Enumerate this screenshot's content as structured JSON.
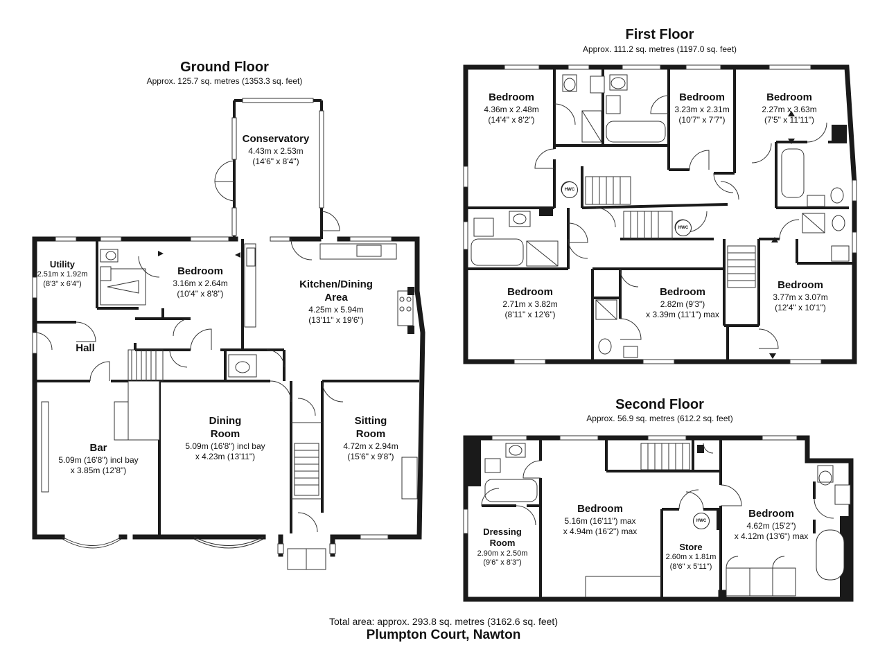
{
  "floors": {
    "ground": {
      "title": "Ground Floor",
      "area": "Approx. 125.7 sq. metres (1353.3 sq. feet)",
      "rooms": {
        "conservatory": {
          "name": "Conservatory",
          "dims": [
            "4.43m x 2.53m",
            "(14'6\" x 8'4\")"
          ]
        },
        "utility": {
          "name": "Utility",
          "dims": [
            "2.51m x 1.92m",
            "(8'3\" x 6'4\")"
          ]
        },
        "bedroom": {
          "name": "Bedroom",
          "dims": [
            "3.16m x 2.64m",
            "(10'4\" x 8'8\")"
          ]
        },
        "kitchen": {
          "name": "Kitchen/Dining",
          "name2": "Area",
          "dims": [
            "4.25m x 5.94m",
            "(13'11\" x 19'6\")"
          ]
        },
        "hall": {
          "name": "Hall"
        },
        "bar": {
          "name": "Bar",
          "dims": [
            "5.09m (16'8\") incl bay",
            "x 3.85m (12'8\")"
          ]
        },
        "dining": {
          "name": "Dining",
          "name2": "Room",
          "dims": [
            "5.09m (16'8\") incl bay",
            "x 4.23m (13'11\")"
          ]
        },
        "sitting": {
          "name": "Sitting",
          "name2": "Room",
          "dims": [
            "4.72m x 2.94m",
            "(15'6\" x 9'8\")"
          ]
        }
      }
    },
    "first": {
      "title": "First Floor",
      "area": "Approx. 111.2 sq. metres (1197.0 sq. feet)",
      "hwc_label": "HWC",
      "rooms": {
        "bed1": {
          "name": "Bedroom",
          "dims": [
            "4.36m x 2.48m",
            "(14'4\" x 8'2\")"
          ]
        },
        "bed2": {
          "name": "Bedroom",
          "dims": [
            "3.23m x 2.31m",
            "(10'7\" x 7'7\")"
          ]
        },
        "bed3": {
          "name": "Bedroom",
          "dims": [
            "2.27m x 3.63m",
            "(7'5\" x 11'11\")"
          ]
        },
        "bed4": {
          "name": "Bedroom",
          "dims": [
            "2.71m x 3.82m",
            "(8'11\" x 12'6\")"
          ]
        },
        "bed5": {
          "name": "Bedroom",
          "dims": [
            "2.82m (9'3\")",
            "x 3.39m (11'1\") max"
          ]
        },
        "bed6": {
          "name": "Bedroom",
          "dims": [
            "3.77m x 3.07m",
            "(12'4\" x 10'1\")"
          ]
        }
      }
    },
    "second": {
      "title": "Second Floor",
      "area": "Approx. 56.9 sq. metres (612.2 sq. feet)",
      "hwc_label": "HWC",
      "rooms": {
        "dressing": {
          "name": "Dressing",
          "name2": "Room",
          "dims": [
            "2.90m x 2.50m",
            "(9'6\" x 8'3\")"
          ]
        },
        "bed1": {
          "name": "Bedroom",
          "dims": [
            "5.16m (16'11\") max",
            "x 4.94m (16'2\") max"
          ]
        },
        "store": {
          "name": "Store",
          "dims": [
            "2.60m x 1.81m",
            "(8'6\" x 5'11\")"
          ]
        },
        "bed2": {
          "name": "Bedroom",
          "dims": [
            "4.62m (15'2\")",
            "x 4.12m (13'6\") max"
          ]
        }
      }
    }
  },
  "footer": {
    "total": "Total area: approx. 293.8 sq. metres (3162.6 sq. feet)",
    "address": "Plumpton Court, Nawton"
  }
}
